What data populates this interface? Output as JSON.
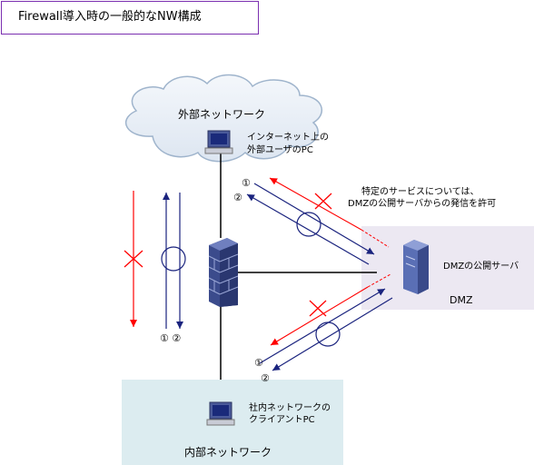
{
  "title": "Firewall導入時の一般的なNW構成",
  "external_network": {
    "label": "外部ネットワーク",
    "pc_label_line1": "インターネット上の",
    "pc_label_line2": "外部ユーザのPC"
  },
  "dmz": {
    "label": "DMZ",
    "server_label": "DMZの公開サーバ"
  },
  "internal_network": {
    "label": "内部ネットワーク",
    "pc_label_line1": "社内ネットワークの",
    "pc_label_line2": "クライアントPC"
  },
  "annotation": {
    "line1": "特定のサービスについては、",
    "line2": "DMZの公開サーバからの発信を許可"
  },
  "markers": {
    "one": "①",
    "two": "②",
    "one_two": "① ②"
  },
  "colors": {
    "title_border": "#7b2fb0",
    "dmz_bg": "#ece8f2",
    "internal_bg": "#dcecf0",
    "cloud_fill": "#e8eef7",
    "cloud_stroke": "#9fb4cc",
    "blocked_red": "#ff0000",
    "allowed_blue": "#1a237e",
    "firewall": "#3b4b8c"
  }
}
